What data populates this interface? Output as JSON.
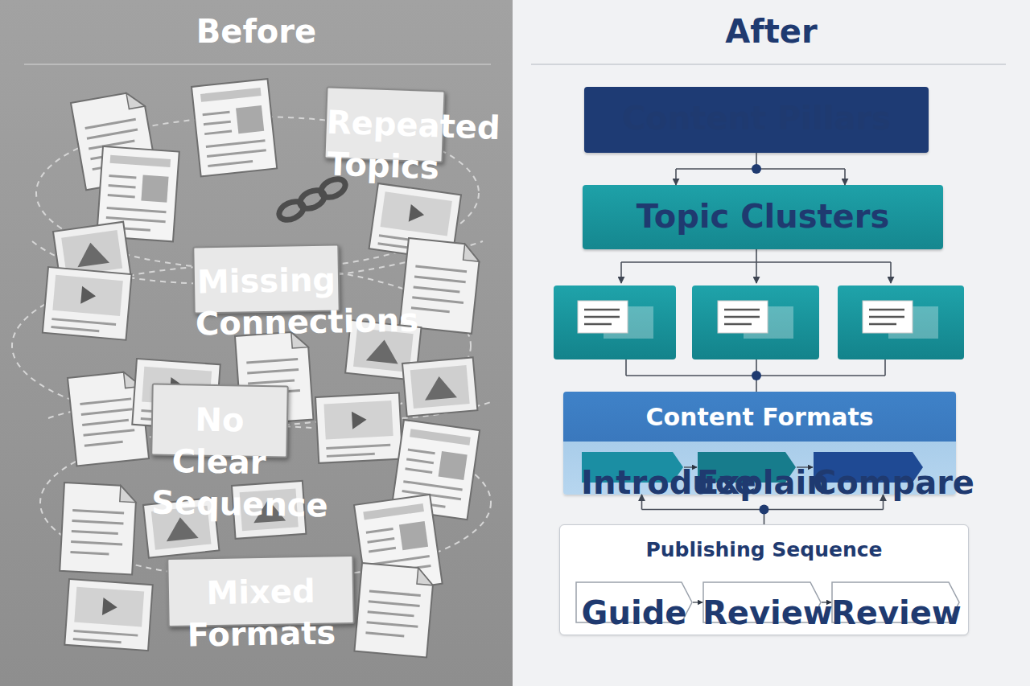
{
  "diagram": {
    "nodes": [
      {
        "text": [
          "Before"
        ]
      },
      {
        "text": [
          "Repeated Topics"
        ],
        "in": 0
      },
      {
        "text": [
          "Missing Connections"
        ],
        "in": 0
      },
      {
        "text": [
          "No Clear Sequence"
        ],
        "in": 0
      },
      {
        "text": [
          "Mixed Formats"
        ],
        "in": 0
      },
      {
        "text": [
          "After"
        ]
      },
      {
        "text": [
          "Content Pillars"
        ],
        "in": 5
      },
      {
        "text": [
          "Topic Clusters"
        ],
        "in": 5
      },
      {
        "text": [
          "Content Formats"
        ],
        "in": 5
      },
      {
        "text": [
          "Introduce"
        ],
        "in": 8
      },
      {
        "text": [
          "Explain"
        ],
        "in": 8
      },
      {
        "text": [
          "Compare"
        ],
        "in": 8
      },
      {
        "text": [
          "Publishing Sequence"
        ],
        "in": 5
      },
      {
        "text": [
          "Guide"
        ],
        "in": 12
      },
      {
        "text": [
          "Review"
        ],
        "in": 12
      },
      {
        "text": [
          "Review"
        ],
        "in": 12
      }
    ],
    "edges": [
      {
        "from": 6,
        "to": 7,
        "arrow": "to"
      },
      {
        "from": 12,
        "to": 8,
        "arrow": "to"
      },
      {
        "from": 9,
        "to": 10,
        "arrow": "to"
      },
      {
        "from": 10,
        "to": 11,
        "arrow": "to"
      },
      {
        "from": 13,
        "to": 14,
        "arrow": "to"
      },
      {
        "from": 14,
        "to": 15,
        "arrow": "to"
      }
    ]
  }
}
